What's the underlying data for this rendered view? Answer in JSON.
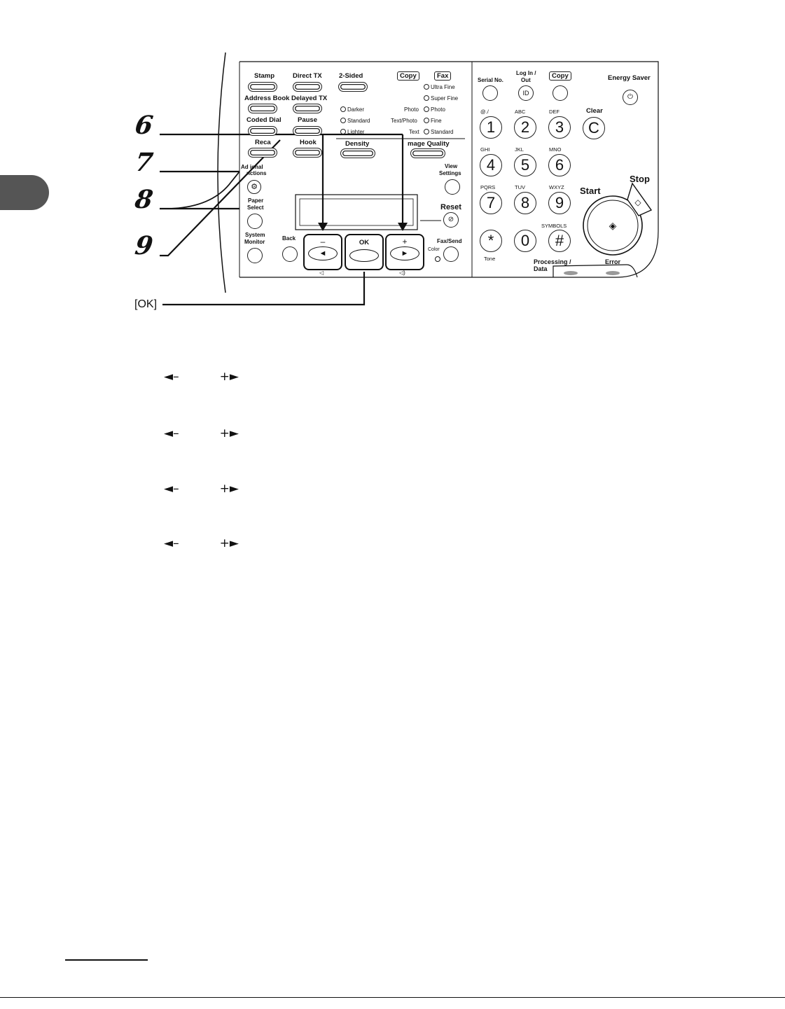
{
  "panel": {
    "buttons": {
      "stamp": "Stamp",
      "direct_tx": "Direct TX",
      "two_sided": "2-Sided",
      "address_book": "Address Book",
      "delayed_tx": "Delayed TX",
      "coded_dial": "Coded Dial",
      "pause": "Pause",
      "recall": "Reca",
      "hook": "Hook",
      "density": "Density",
      "image_quality": "mage Quality",
      "additional_functions_1": "Ad  ional",
      "additional_functions_2": "nctions",
      "paper_select_1": "Paper",
      "paper_select_2": "Select",
      "system_monitor_1": "System",
      "system_monitor_2": "Monitor",
      "back": "Back",
      "view_settings_1": "View",
      "view_settings_2": "Settings",
      "reset": "Reset",
      "fax_send": "Fax/Send",
      "color": "Color",
      "ok": "OK",
      "minus": "–",
      "plus": "+",
      "serial_no": "Serial No.",
      "log_in_out_1": "Log In /",
      "log_in_out_2": "Out",
      "id": "ID",
      "copy_mode": "Copy",
      "energy_saver": "Energy Saver",
      "clear": "Clear",
      "clear_key": "C",
      "start": "Start",
      "stop": "Stop",
      "tone": "Tone",
      "processing_data_1": "Processing /",
      "processing_data_2": "Data",
      "error": "Error",
      "symbols": "SYMBOLS"
    },
    "mode_labels": {
      "copy": "Copy",
      "fax": "Fax"
    },
    "density_leds": [
      "Darker",
      "Standard",
      "Lighter"
    ],
    "copy_quality": [
      "Photo",
      "Text/Photo",
      "Text"
    ],
    "fax_quality": [
      "Ultra Fine",
      "Super Fine",
      "Photo",
      "Fine",
      "Standard"
    ],
    "keypad": [
      {
        "key": "1",
        "label": "@./"
      },
      {
        "key": "2",
        "label": "ABC"
      },
      {
        "key": "3",
        "label": "DEF"
      },
      {
        "key": "4",
        "label": "GHI"
      },
      {
        "key": "5",
        "label": "JKL"
      },
      {
        "key": "6",
        "label": "MNO"
      },
      {
        "key": "7",
        "label": "PQRS"
      },
      {
        "key": "8",
        "label": "TUV"
      },
      {
        "key": "9",
        "label": "WXYZ"
      },
      {
        "key": "*",
        "label": ""
      },
      {
        "key": "0",
        "label": ""
      },
      {
        "key": "#",
        "label": ""
      }
    ]
  },
  "callouts": {
    "steps": [
      "6",
      "7",
      "8",
      "9"
    ],
    "ok_label": "[OK]"
  },
  "arrow_rows": {
    "left": "◄–",
    "right": "+►"
  }
}
